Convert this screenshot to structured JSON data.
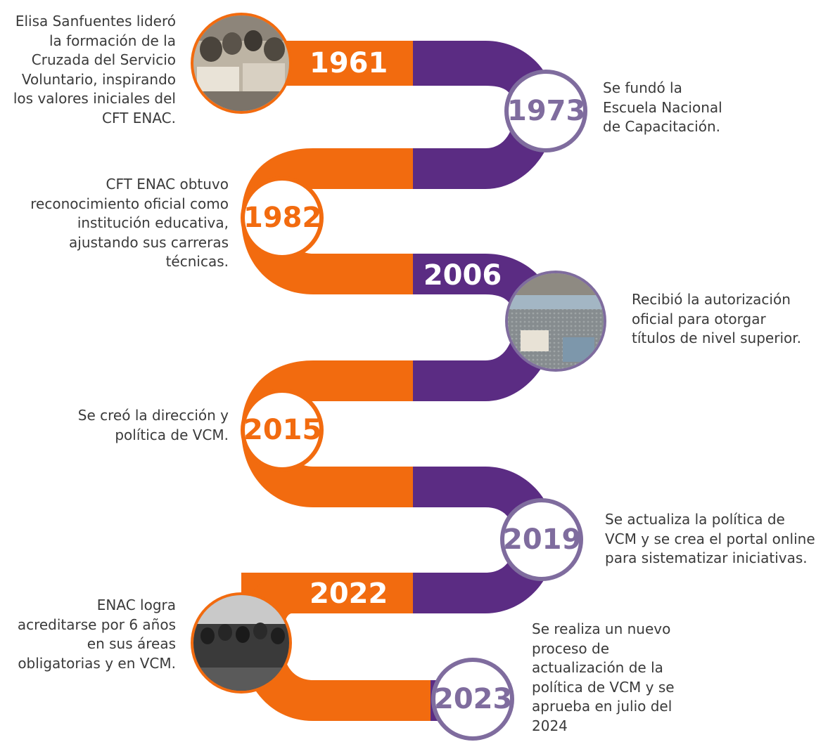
{
  "colors": {
    "orange": "#f26b0f",
    "purple": "#5b2c83",
    "purple_light": "#7f6c9e",
    "text": "#3a3a3a"
  },
  "milestones": [
    {
      "year": "1961",
      "text_lines": [
        "Elisa Sanfuentes lideró",
        "la formación de la",
        "Cruzada del Servicio",
        "Voluntario, inspirando",
        "los valores iniciales del",
        "CFT ENAC."
      ],
      "photo": "historic-classroom-photo"
    },
    {
      "year": "1973",
      "text_lines": [
        "Se fundó la",
        "Escuela Nacional",
        "de Capacitación."
      ]
    },
    {
      "year": "1982",
      "text_lines": [
        "CFT ENAC obtuvo",
        "reconocimiento oficial como",
        "institución educativa,",
        "ajustando sus carreras",
        "técnicas."
      ]
    },
    {
      "year": "2006",
      "text_lines": [
        "Recibió la autorización",
        "oficial para otorgar",
        "títulos de nivel superior."
      ],
      "photo": "students-assembly-photo"
    },
    {
      "year": "2015",
      "text_lines": [
        "Se creó la dirección y",
        "política de VCM."
      ]
    },
    {
      "year": "2019",
      "text_lines": [
        "Se actualiza la política de",
        "VCM y se crea el portal online",
        "para sistematizar iniciativas."
      ]
    },
    {
      "year": "2022",
      "text_lines": [
        "ENAC logra",
        "acreditarse por 6 años",
        "en sus áreas",
        "obligatorias y en VCM."
      ],
      "photo": "group-photo"
    },
    {
      "year": "2023",
      "text_lines": [
        "Se realiza un nuevo",
        "proceso de",
        "actualización de la",
        "política de VCM y se",
        "aprueba en julio del",
        "2024"
      ]
    }
  ]
}
